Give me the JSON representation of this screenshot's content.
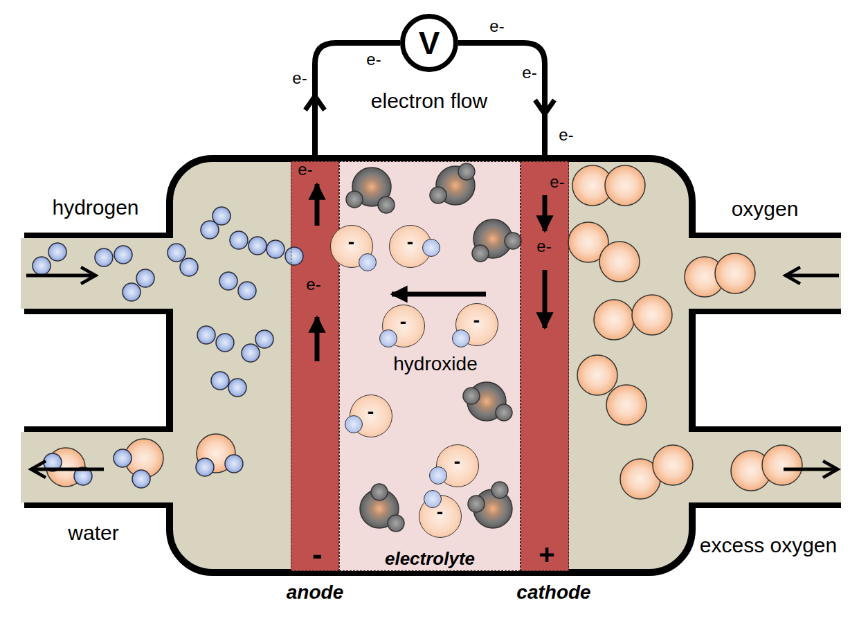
{
  "diagram": {
    "nodes": [
      {
        "text": [
          "V"
        ]
      },
      {
        "text": [
          "e-",
          "e-",
          "-"
        ]
      },
      {
        "text": [
          "hydroxide",
          "electrolyte"
        ]
      },
      {
        "text": [
          "e-",
          "e-",
          "+"
        ]
      },
      {
        "text": [
          "-"
        ],
        "in": 2
      },
      {
        "text": [
          "-"
        ],
        "in": 2
      },
      {
        "text": [
          "-"
        ],
        "in": 2
      },
      {
        "text": [
          "-"
        ],
        "in": 2
      },
      {
        "text": [
          "-"
        ],
        "in": 2
      },
      {
        "text": [
          "-"
        ],
        "in": 2
      },
      {
        "text": [
          "-"
        ],
        "in": 2
      }
    ],
    "edges": [
      {
        "from": 1,
        "to": 0,
        "arrow": "to"
      },
      {
        "from": 0,
        "to": 3,
        "arrow": "to"
      }
    ],
    "labels": [
      "e-",
      "e-",
      "e-",
      "e-",
      "e-",
      "electron flow",
      "hydrogen",
      "oxygen",
      "water",
      "excess oxygen",
      "anode",
      "cathode"
    ]
  }
}
